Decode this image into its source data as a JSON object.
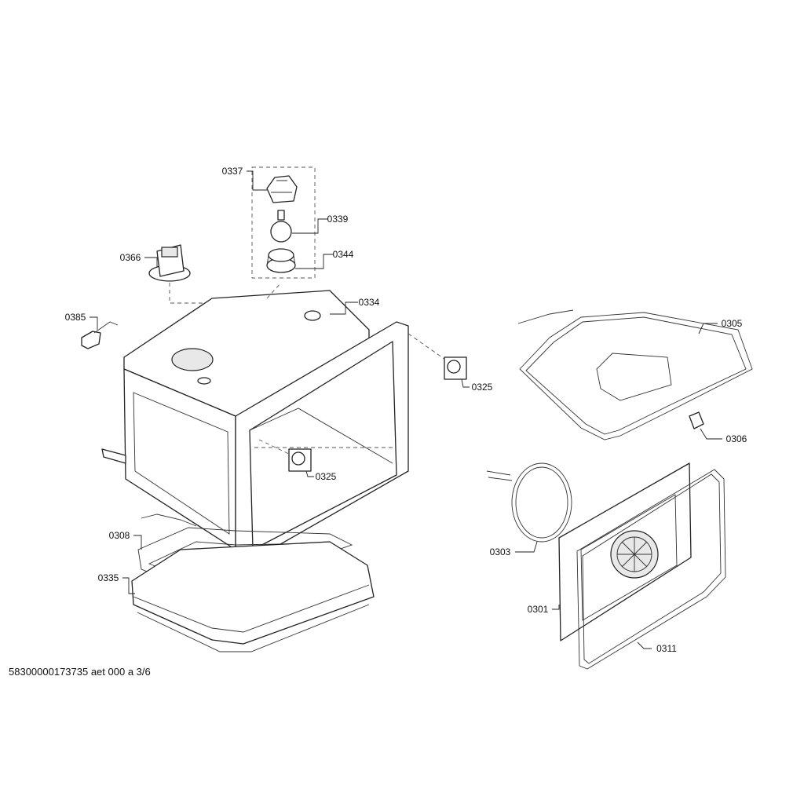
{
  "document_id": "58300000173735 aet 000 a 3/6",
  "part_labels": [
    {
      "id": "label-0337",
      "text": "0337"
    },
    {
      "id": "label-0339",
      "text": "0339"
    },
    {
      "id": "label-0344",
      "text": "0344"
    },
    {
      "id": "label-0366",
      "text": "0366"
    },
    {
      "id": "label-0334",
      "text": "0334"
    },
    {
      "id": "label-0385",
      "text": "0385"
    },
    {
      "id": "label-0305",
      "text": "0305"
    },
    {
      "id": "label-0325-a",
      "text": "0325"
    },
    {
      "id": "label-0306",
      "text": "0306"
    },
    {
      "id": "label-0325-b",
      "text": "0325"
    },
    {
      "id": "label-0308",
      "text": "0308"
    },
    {
      "id": "label-0303",
      "text": "0303"
    },
    {
      "id": "label-0335",
      "text": "0335"
    },
    {
      "id": "label-0301",
      "text": "0301"
    },
    {
      "id": "label-0311",
      "text": "0311"
    }
  ]
}
